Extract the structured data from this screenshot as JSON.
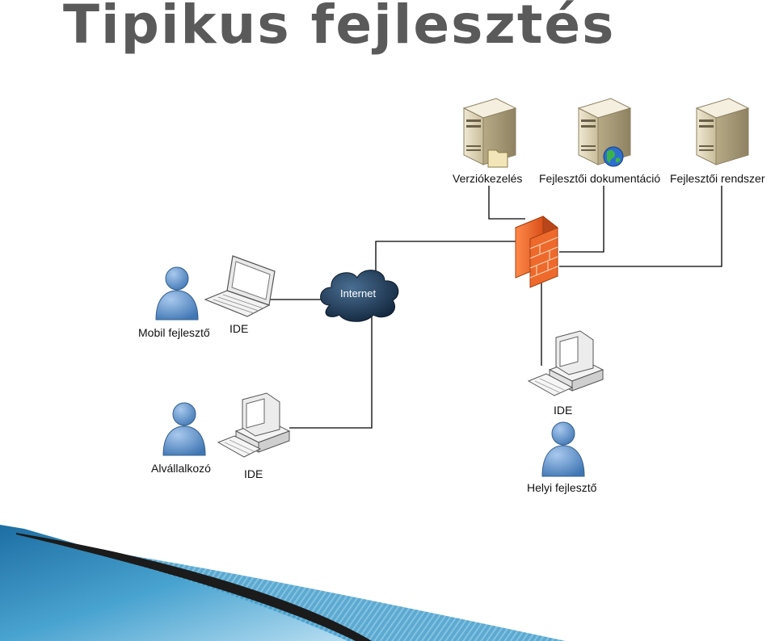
{
  "slide": {
    "title": "Tipikus fejlesztés"
  },
  "nodes": {
    "version_control": {
      "label": "Verziókezelés",
      "icon": "server-folder-icon"
    },
    "dev_docs": {
      "label": "Fejlesztői dokumentáció",
      "icon": "server-globe-icon"
    },
    "dev_system": {
      "label": "Fejlesztői rendszer",
      "icon": "server-icon"
    },
    "firewall": {
      "icon": "firewall-icon"
    },
    "internet": {
      "label": "Internet",
      "icon": "cloud-icon"
    },
    "mobile_dev": {
      "label": "Mobil fejlesztő",
      "icon": "user-icon"
    },
    "mobile_ide": {
      "label": "IDE",
      "icon": "laptop-icon"
    },
    "subcontractor": {
      "label": "Alvállalkozó",
      "icon": "user-icon"
    },
    "subcontractor_ide": {
      "label": "IDE",
      "icon": "desktop-computer-icon"
    },
    "local_ide": {
      "label": "IDE",
      "icon": "desktop-computer-icon"
    },
    "local_dev": {
      "label": "Helyi fejlesztő",
      "icon": "user-icon"
    }
  },
  "colors": {
    "title": "#5a5a5a",
    "firewall": "#e8642a",
    "cloud": "#1f3a55",
    "user": "#6d9fd4",
    "swoosh": "#2f7fb0"
  }
}
